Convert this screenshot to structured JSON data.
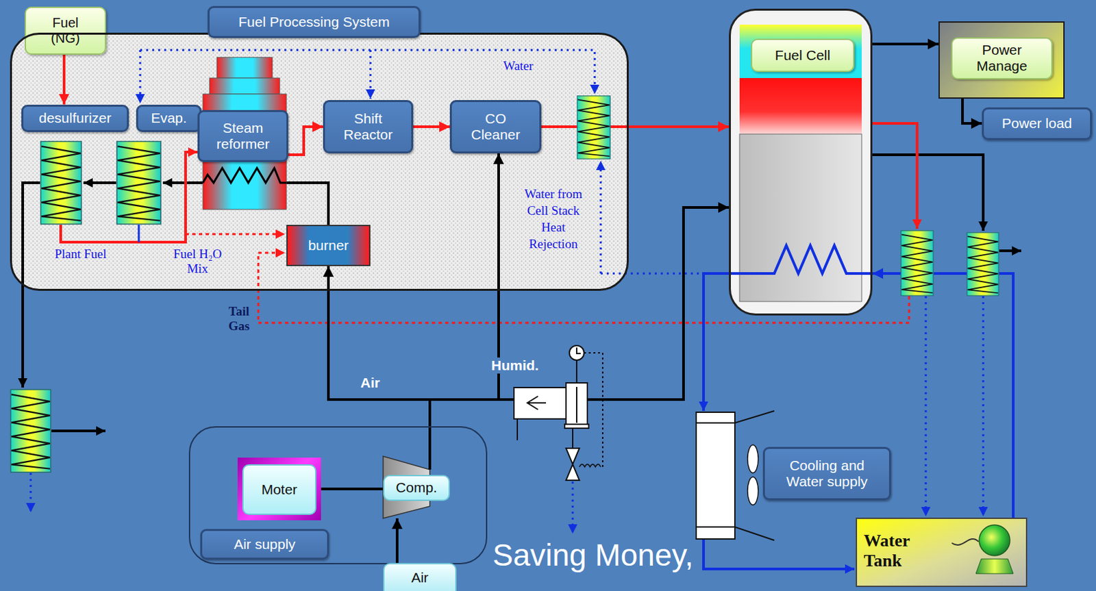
{
  "diagram": {
    "nodes": [
      {
        "text": [
          "Fuel (NG)"
        ]
      },
      {
        "text": [
          "Fuel Processing System"
        ]
      },
      {
        "text": [
          "desulfurizer"
        ],
        "in": 1
      },
      {
        "text": [
          "Evap."
        ],
        "in": 1
      },
      {
        "text": [
          "Steam reformer"
        ],
        "in": 1
      },
      {
        "text": [
          "Shift Reactor"
        ],
        "in": 1
      },
      {
        "text": [
          "CO Cleaner"
        ],
        "in": 1
      },
      {
        "text": [
          "burner"
        ],
        "in": 1
      },
      {
        "text": [
          "Fuel Cell"
        ]
      },
      {
        "text": [
          "Power Manage"
        ]
      },
      {
        "text": [
          "Power load"
        ]
      },
      {
        "text": [
          "Air supply"
        ]
      },
      {
        "text": [
          "Moter"
        ],
        "in": 11
      },
      {
        "text": [
          "Comp."
        ],
        "in": 11
      },
      {
        "text": [
          "Air"
        ]
      },
      {
        "text": [
          "Cooling and Water supply"
        ]
      },
      {
        "text": [
          "Water Tank"
        ]
      }
    ],
    "edges": [
      {
        "from": 0,
        "to": 2,
        "arrow": "to"
      },
      {
        "from": 4,
        "to": 5,
        "arrow": "to"
      },
      {
        "from": 5,
        "to": 6,
        "arrow": "to"
      },
      {
        "from": 6,
        "to": 8,
        "arrow": "to"
      },
      {
        "from": 8,
        "to": 9,
        "arrow": "to"
      },
      {
        "from": 9,
        "to": 10,
        "arrow": "to"
      },
      {
        "from": 12,
        "to": 13,
        "arrow": "none"
      },
      {
        "from": 14,
        "to": 13,
        "arrow": "to"
      },
      {
        "from": 13,
        "to": 7,
        "arrow": "to"
      },
      {
        "from": 13,
        "to": 6,
        "arrow": "to"
      },
      {
        "from": 13,
        "to": 8,
        "arrow": "to"
      },
      {
        "from": 16,
        "to": 8,
        "arrow": "to"
      }
    ],
    "labels": [
      "Water",
      "Water from Cell Stack Heat Rejection",
      "Plant Fuel",
      "Fuel H₂O Mix",
      "Tail Gas",
      "Air",
      "Humid.",
      "Saving Money,"
    ]
  }
}
